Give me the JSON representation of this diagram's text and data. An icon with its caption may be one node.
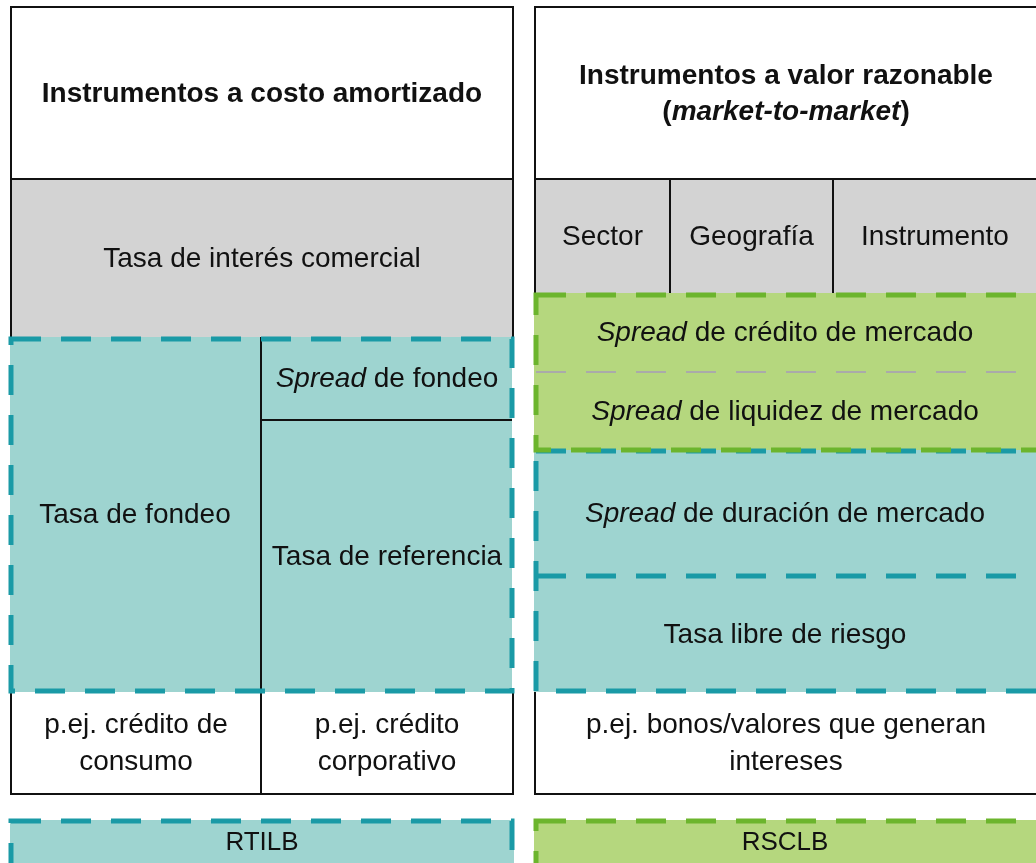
{
  "diagram": {
    "nodes": [
      {
        "text": [
          "Instrumentos a costo amortizado"
        ]
      },
      {
        "text": [
          "Instrumentos a valor razonable (*market-to-market*)"
        ]
      },
      {
        "text": [
          "Tasa de interés comercial"
        ]
      },
      {
        "text": [
          "Sector"
        ]
      },
      {
        "text": [
          "Geografía"
        ]
      },
      {
        "text": [
          "Instrumento"
        ]
      },
      {
        "text": [
          "*Spread* de crédito de mercado"
        ]
      },
      {
        "text": [
          "*Spread* de liquidez de mercado"
        ]
      },
      {
        "text": [
          "Tasa de fondeo"
        ]
      },
      {
        "text": [
          "*Spread* de fondeo"
        ]
      },
      {
        "text": [
          "Tasa de referencia"
        ]
      },
      {
        "text": [
          "*Spread* de duración de mercado"
        ]
      },
      {
        "text": [
          "Tasa libre de riesgo"
        ]
      },
      {
        "text": [
          "p.ej. crédito de consumo"
        ]
      },
      {
        "text": [
          "p.ej. crédito corporativo"
        ]
      },
      {
        "text": [
          "p.ej. bonos/valores que generan intereses"
        ]
      },
      {
        "text": [
          "RTILB"
        ]
      },
      {
        "text": [
          "RSCLB"
        ]
      }
    ],
    "edges": []
  }
}
